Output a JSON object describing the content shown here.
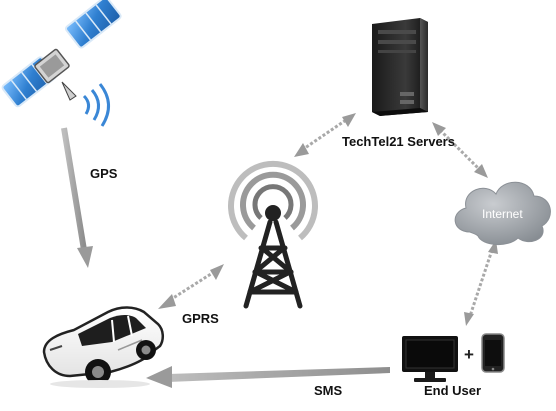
{
  "labels": {
    "gps": "GPS",
    "gprs": "GPRS",
    "servers": "TechTel21 Servers",
    "internet": "Internet",
    "sms": "SMS",
    "end_user": "End User",
    "plus": "+"
  },
  "icons": {
    "satellite": "satellite-icon",
    "tower": "radio-tower-icon",
    "server": "server-tower-icon",
    "cloud": "internet-cloud-icon",
    "car": "car-icon",
    "monitor": "monitor-icon",
    "phone": "smartphone-icon"
  },
  "colors": {
    "arrow": "#a9a9a9",
    "satellite_panel": "#3a87d6",
    "server_body": "#2b2b2b",
    "cloud": "#9ea3a8",
    "tower": "#222222"
  }
}
